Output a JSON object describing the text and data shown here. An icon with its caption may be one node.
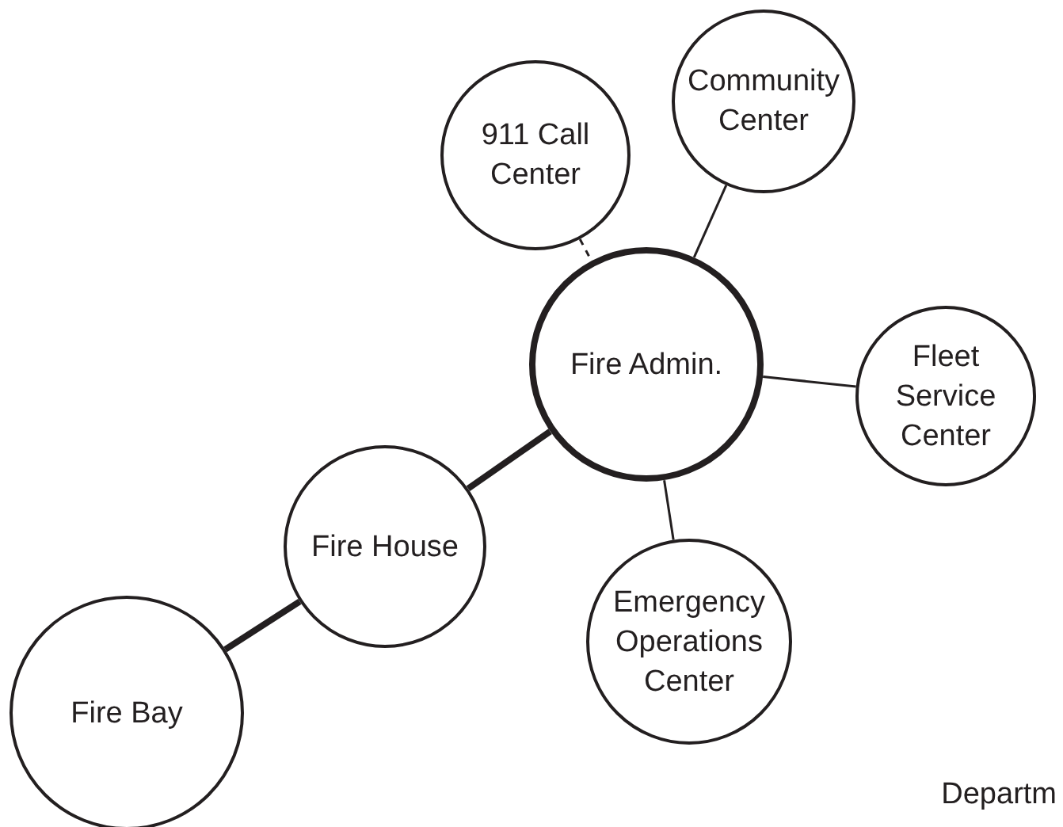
{
  "diagram": {
    "nodes": [
      {
        "text": [
          "911 Call Center"
        ]
      },
      {
        "text": [
          "Community Center"
        ]
      },
      {
        "text": [
          "Fire Admin."
        ]
      },
      {
        "text": [
          "Fleet Service Center"
        ]
      },
      {
        "text": [
          "Fire House"
        ]
      },
      {
        "text": [
          "Emergency Operations Center"
        ]
      },
      {
        "text": [
          "Fire Bay"
        ]
      }
    ],
    "edges": [
      {
        "from": 0,
        "to": 2,
        "arrow": "none",
        "style": "dashed"
      },
      {
        "from": 1,
        "to": 2,
        "arrow": "none"
      },
      {
        "from": 3,
        "to": 2,
        "arrow": "none"
      },
      {
        "from": 4,
        "to": 2,
        "arrow": "none",
        "style": "thick"
      },
      {
        "from": 5,
        "to": 2,
        "arrow": "none"
      },
      {
        "from": 6,
        "to": 4,
        "arrow": "none",
        "style": "thick"
      }
    ],
    "labels": [
      "Departm"
    ]
  }
}
